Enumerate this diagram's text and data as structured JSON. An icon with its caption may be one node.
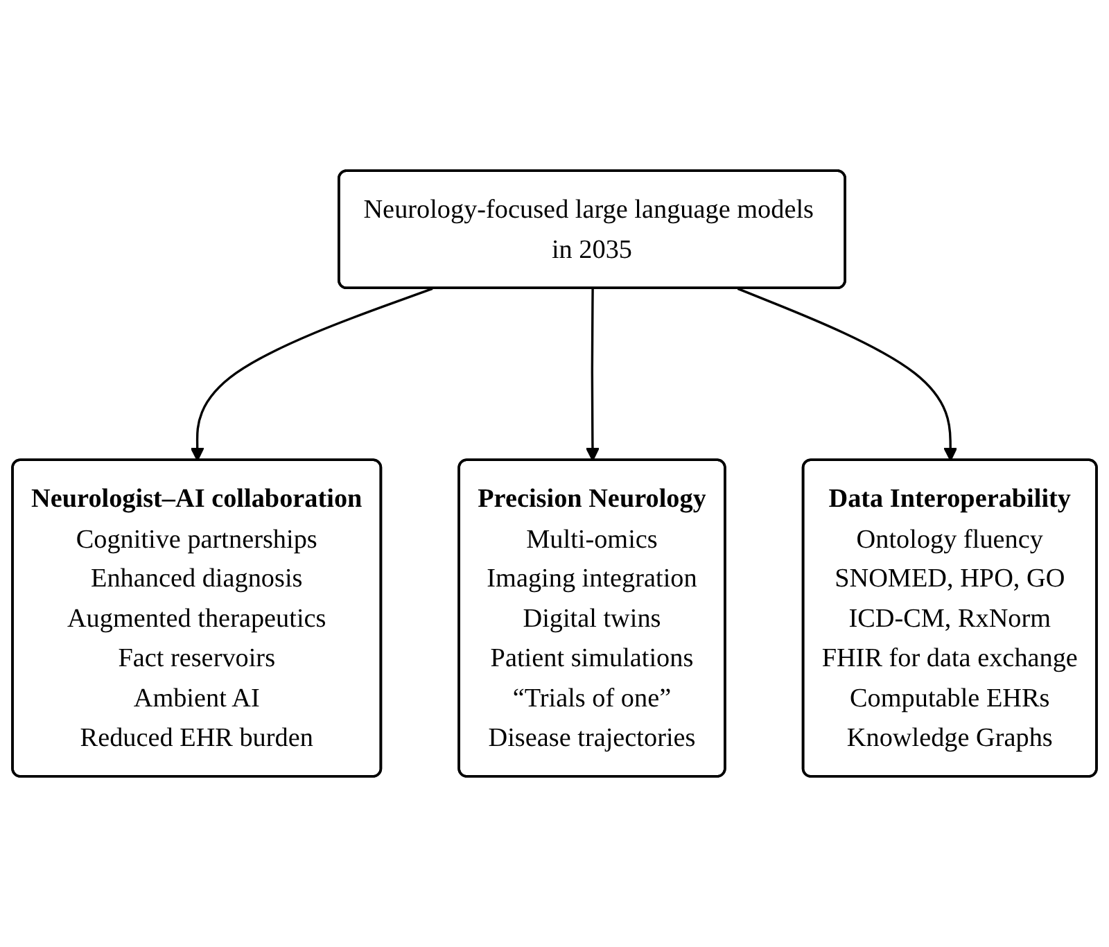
{
  "diagram": {
    "nodes": [
      {
        "text": [
          "Neurologist–AI collaboration",
          "Cognitive partnerships",
          "Enhanced diagnosis",
          "Augmented therapeutics",
          "Fact reservoirs",
          "Ambient AI",
          "Reduced EHR burden"
        ]
      },
      {
        "text": [
          "Neurology-focused large language models in 2035"
        ]
      },
      {
        "text": [
          "Precision Neurology",
          "Multi-omics",
          "Imaging integration",
          "Digital twins",
          "Patient simulations",
          "“Trials of one”",
          "Disease trajectories"
        ]
      },
      {
        "text": [
          "Data Interoperability",
          "Ontology fluency",
          "SNOMED, HPO, GO",
          "ICD-CM, RxNorm",
          "FHIR for data exchange",
          "Computable EHRs",
          "Knowledge Graphs"
        ]
      }
    ],
    "edges": [
      {
        "from": 1,
        "to": 0,
        "arrow": "to"
      },
      {
        "from": 1,
        "to": 2,
        "arrow": "to"
      },
      {
        "from": 1,
        "to": 3,
        "arrow": "to"
      }
    ]
  }
}
